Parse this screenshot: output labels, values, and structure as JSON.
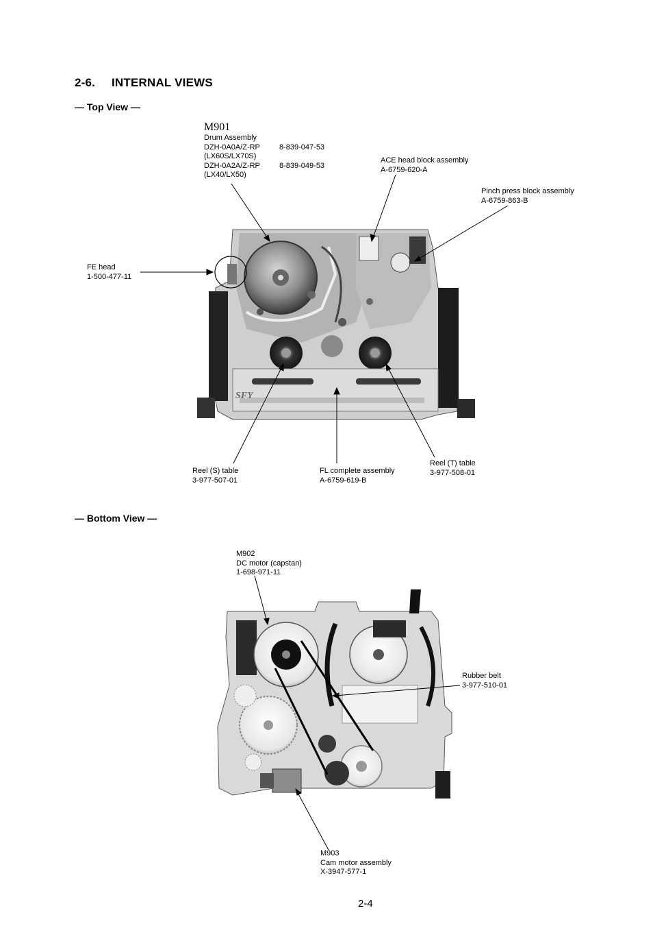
{
  "section": {
    "number": "2-6.",
    "title": "INTERNAL VIEWS"
  },
  "top_view": {
    "heading": "— Top View —",
    "m901": {
      "ref": "M901",
      "name": "Drum Assembly",
      "rows": [
        {
          "model": "DZH-0A0A/Z-RP",
          "part": "8-839-047-53"
        },
        {
          "model": "(LX60S/LX70S)",
          "part": ""
        },
        {
          "model": "DZH-0A2A/Z-RP",
          "part": "8-839-049-53"
        },
        {
          "model": "(LX40/LX50)",
          "part": ""
        }
      ]
    },
    "ace_head": {
      "name": "ACE head block assembly",
      "part": "A-6759-620-A"
    },
    "pinch": {
      "name": "Pinch press block assembly",
      "part": "A-6759-863-B"
    },
    "fe_head": {
      "name": "FE head",
      "part": "1-500-477-11"
    },
    "reel_s": {
      "name": "Reel (S) table",
      "part": "3-977-507-01"
    },
    "fl": {
      "name": "FL complete assembly",
      "part": "A-6759-619-B"
    },
    "reel_t": {
      "name": "Reel (T) table",
      "part": "3-977-508-01"
    },
    "photo_mark": "SFY"
  },
  "bottom_view": {
    "heading": "— Bottom View —",
    "m902": {
      "ref": "M902",
      "name": "DC motor (capstan)",
      "part": "1-698-971-11"
    },
    "belt": {
      "name": "Rubber belt",
      "part": "3-977-510-01"
    },
    "m903": {
      "ref": "M903",
      "name": "Cam motor assembly",
      "part": "X-3947-577-1"
    }
  },
  "page_number": "2-4",
  "colors": {
    "ink": "#000000",
    "metal_light": "#d4d4d4",
    "metal_mid": "#9a9a9a",
    "metal_dark": "#2a2a2a",
    "paper": "#ffffff"
  }
}
